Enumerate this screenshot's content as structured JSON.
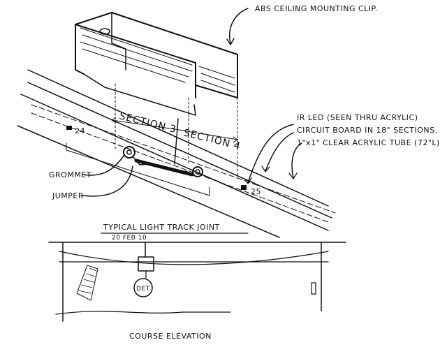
{
  "labels": {
    "clip": "ABS CEILING MOUNTING CLIP.",
    "ir_led": "IR LED (SEEN THRU ACRYLIC)",
    "circuit_board": "CIRCUIT BOARD IN 18\" SECTIONS.",
    "tube": "1\"x1\" CLEAR ACRYLIC TUBE (72\"L)",
    "section3": "SECTION 3",
    "section4": "SECTION 4",
    "led24": "24",
    "led25": "25",
    "grommet": "GROMMET",
    "jumper": "JUMPER",
    "title": "TYPICAL LIGHT TRACK JOINT",
    "date": "20 FEB 10",
    "det": "DET.",
    "elevation": "COURSE ELEVATION"
  }
}
